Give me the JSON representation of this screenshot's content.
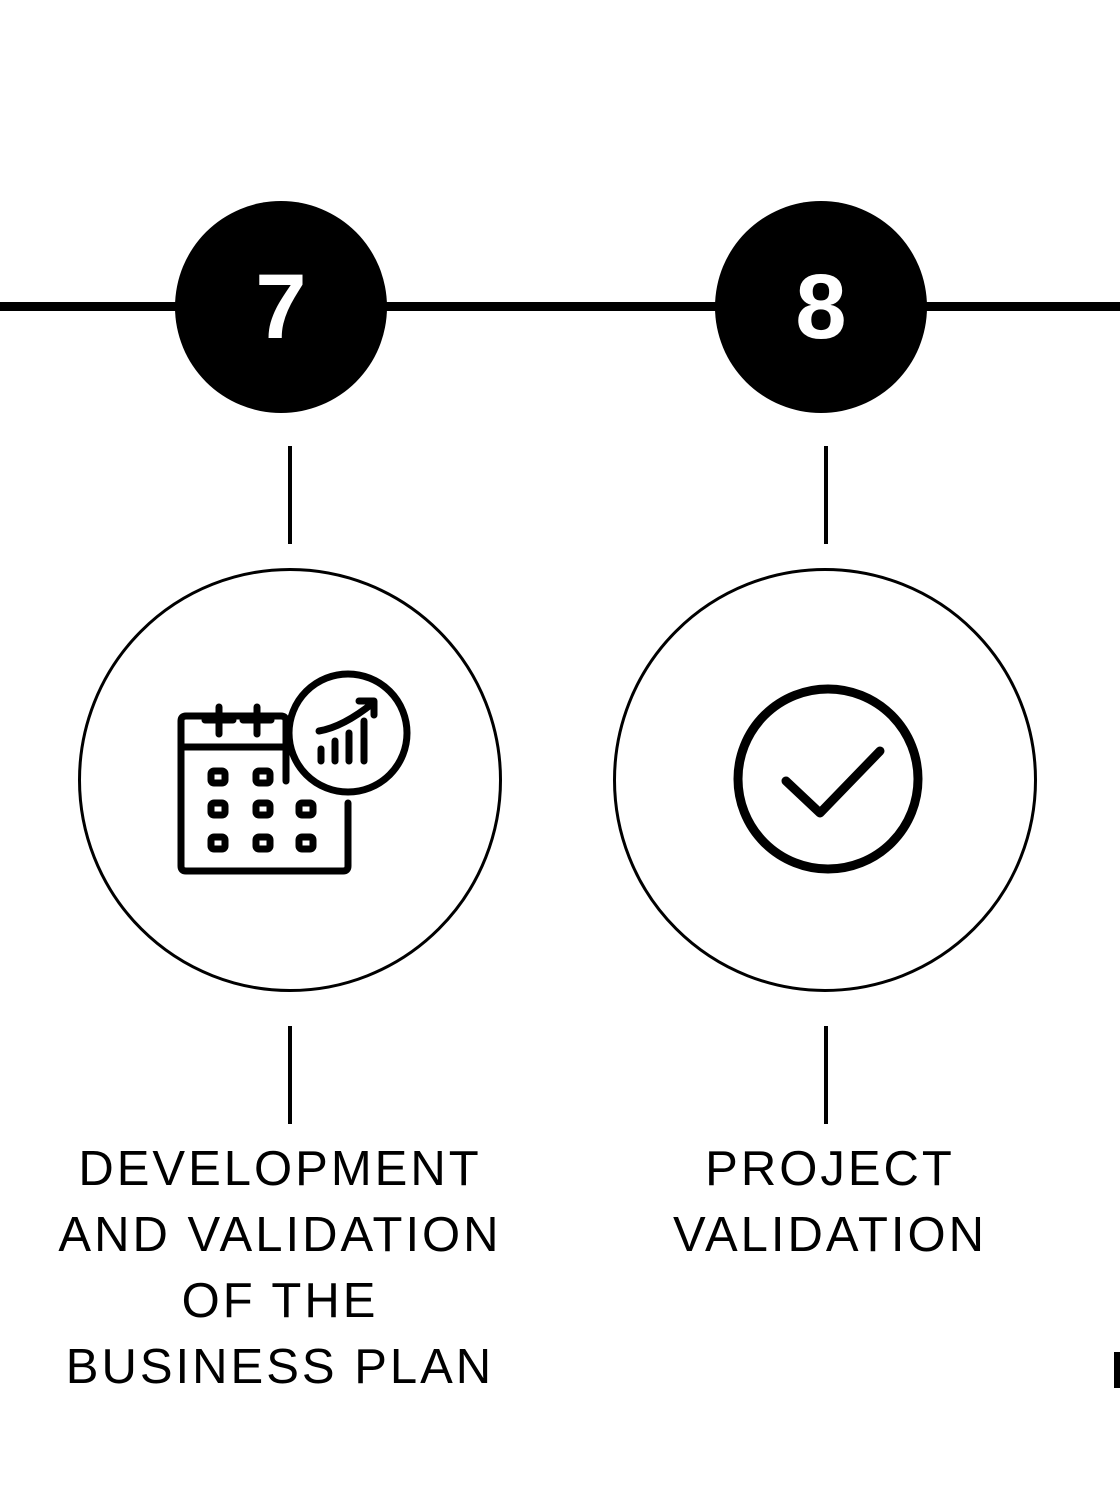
{
  "steps": [
    {
      "number": "7",
      "icon": "calendar-growth-chart-icon",
      "label_lines": [
        "DEVELOPMENT",
        "AND VALIDATION",
        "OF THE",
        "BUSINESS PLAN"
      ]
    },
    {
      "number": "8",
      "icon": "check-circle-icon",
      "label_lines": [
        "PROJECT",
        "VALIDATION"
      ]
    }
  ],
  "colors": {
    "ink": "#000000",
    "background": "#ffffff"
  }
}
